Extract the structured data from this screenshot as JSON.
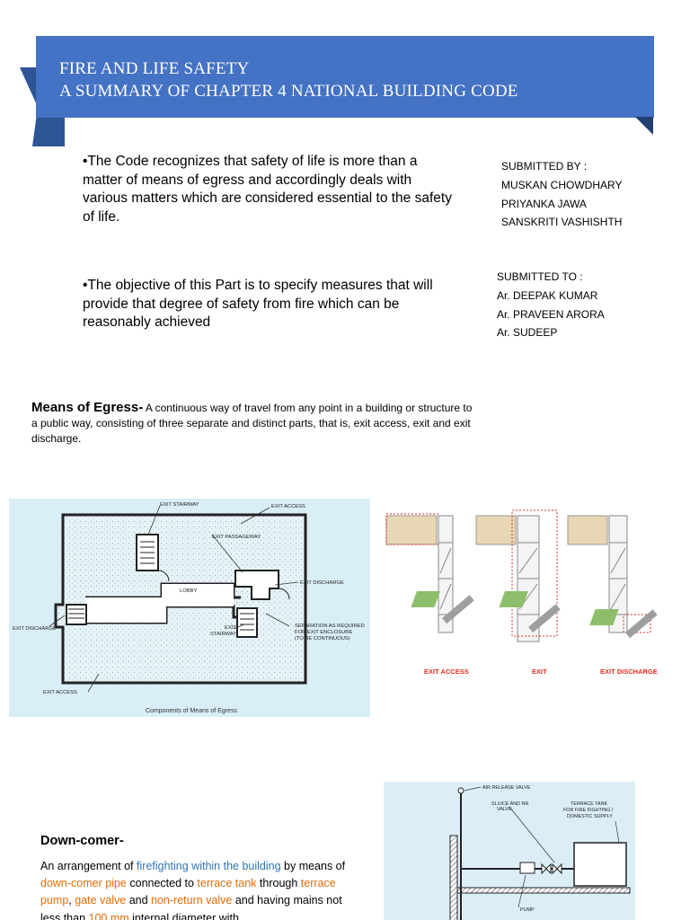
{
  "banner": {
    "line1": "FIRE AND LIFE SAFETY",
    "line2": "A SUMMARY OF CHAPTER 4 NATIONAL BUILDING CODE",
    "color": "#4472c4"
  },
  "intro": {
    "para1": "•The Code recognizes that safety of life is more than a matter of means of egress and accordingly deals with various matters which are considered essential to the safety of life.",
    "para2": "•The objective of this Part is to specify measures that will provide that degree of safety from fire which can be reasonably achieved"
  },
  "submitted_by": {
    "heading": "SUBMITTED BY :",
    "names": [
      "MUSKAN CHOWDHARY",
      "PRIYANKA JAWA",
      "SANSKRITI VASHISHTH"
    ]
  },
  "submitted_to": {
    "heading": "SUBMITTED TO :",
    "names": [
      "Ar. DEEPAK KUMAR",
      "Ar. PRAVEEN ARORA",
      "Ar. SUDEEP"
    ]
  },
  "egress": {
    "term": "Means of Egress-",
    "definition": " A continuous way of travel from any point in a building or structure to a public way, consisting of three separate and distinct parts, that is, exit access, exit and exit discharge."
  },
  "figure_plan": {
    "labels": {
      "exit_stairway": "EXIT STAIRWAY",
      "exit_access_top": "EXIT ACCESS",
      "exit_passageway": "EXIT PASSAGEWAY",
      "lobby": "LOBBY",
      "exit_discharge_right": "EXIT DISCHARGE",
      "exit_discharge_left": "EXIT DISCHARGE",
      "exit_stairway_2_line1": "EXIT",
      "exit_stairway_2_line2": "STAIRWAY",
      "separation_line1": "SEPARATION AS REQUIRED",
      "separation_line2": "FOR EXIT ENCLOSURE",
      "separation_line3": "(TO BE CONTINUOUS)",
      "exit_access_bottom": "EXIT ACCESS"
    },
    "caption": "Components of Means of Egress"
  },
  "figure_3d": {
    "labels": [
      "EXIT ACCESS",
      "EXIT",
      "EXIT DISCHARGE"
    ],
    "label_color": "#e03020"
  },
  "downcomer": {
    "heading": "Down-comer-",
    "segments": [
      {
        "text": "An arrangement of ",
        "style": "plain"
      },
      {
        "text": "firefighting within the building",
        "style": "blue"
      },
      {
        "text": " by means of ",
        "style": "plain"
      },
      {
        "text": "down-comer pipe",
        "style": "orange"
      },
      {
        "text": " connected to ",
        "style": "plain"
      },
      {
        "text": "terrace tank",
        "style": "orange"
      },
      {
        "text": " through ",
        "style": "plain"
      },
      {
        "text": "terrace pump",
        "style": "orange"
      },
      {
        "text": ", ",
        "style": "plain"
      },
      {
        "text": "gate valve",
        "style": "orange"
      },
      {
        "text": " and ",
        "style": "plain"
      },
      {
        "text": "non-return valve",
        "style": "orange"
      },
      {
        "text": " and having mains not less than ",
        "style": "plain"
      },
      {
        "text": "100 mm",
        "style": "orange"
      },
      {
        "text": " internal diameter with",
        "style": "plain"
      }
    ]
  },
  "figure_downcomer": {
    "labels": {
      "air_release": "AIR RELEASE VALVE",
      "sluice_line1": "SLUICE AND NR",
      "sluice_line2": "VALVE",
      "tank_line1": "TERRACE TANK",
      "tank_line2": "FOR FIRE FIGHTING /",
      "tank_line3": "DOMESTIC SUPPLY",
      "pump": "PUMP"
    }
  }
}
